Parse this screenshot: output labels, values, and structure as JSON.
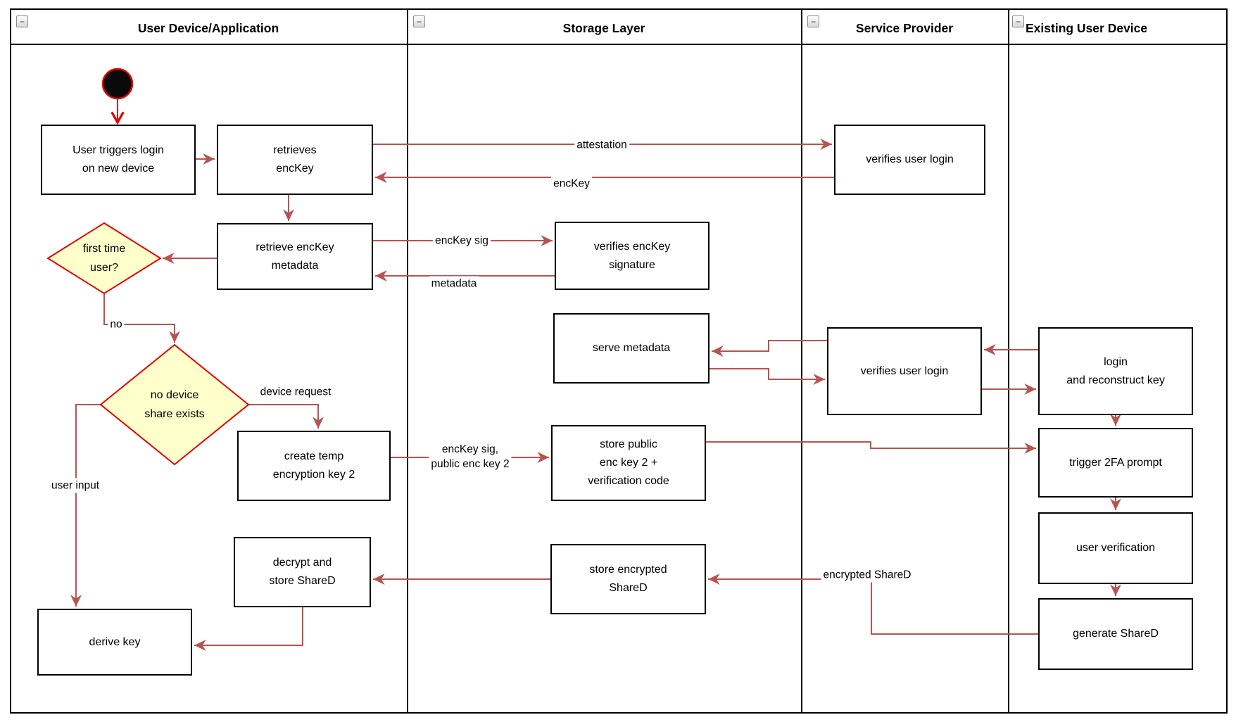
{
  "lanes": [
    {
      "title": "User Device/Application"
    },
    {
      "title": "Storage Layer"
    },
    {
      "title": "Service Provider"
    },
    {
      "title": "Existing User Device"
    }
  ],
  "collapse_glyph": "−",
  "nodes": {
    "user_triggers": "User triggers login\non new device",
    "retrieves_enckey": "retrieves\nencKey",
    "retrieve_metadata": "retrieve encKey\nmetadata",
    "first_time_user": "first time\nuser?",
    "no_device_share": "no device\nshare exists",
    "create_temp_key": "create temp\nencryption key 2",
    "decrypt_store_shared": "decrypt and\nstore ShareD",
    "derive_key": "derive key",
    "verifies_enckey_signature": "verifies encKey\nsignature",
    "serve_metadata": "serve metadata",
    "store_public_key": "store public\nenc key 2 +\nverification code",
    "store_encrypted_shared": "store encrypted\nShareD",
    "verifies_user_login_top": "verifies user login",
    "verifies_user_login_mid": "verifies user login",
    "login_reconstruct": "login\nand reconstruct key",
    "trigger_2fa": "trigger 2FA prompt",
    "user_verification": "user verification",
    "generate_shared": "generate ShareD"
  },
  "edge_labels": {
    "attestation": "attestation",
    "enckey": "encKey",
    "enckey_sig": "encKey sig",
    "metadata": "metadata",
    "no": "no",
    "device_request": "device request",
    "enckey_sig_public": "encKey sig,\npublic enc key 2",
    "user_input": "user input",
    "encrypted_shared": "encrypted ShareD"
  },
  "colors": {
    "flow_arrow": "#b85450",
    "accent_red": "#e60000",
    "decision_fill": "#ffffcc",
    "node_border": "#000000",
    "node_fill": "#ffffff"
  }
}
